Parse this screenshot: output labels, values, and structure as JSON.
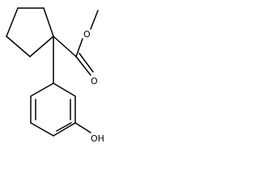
{
  "molecule": {
    "atom_labels": {
      "ester_oxygen": "O",
      "carbonyl_oxygen": "O",
      "hydroxyl": "OH"
    },
    "colors": {
      "bond": "#000000",
      "label": "#000000",
      "background": "#ffffff"
    }
  }
}
